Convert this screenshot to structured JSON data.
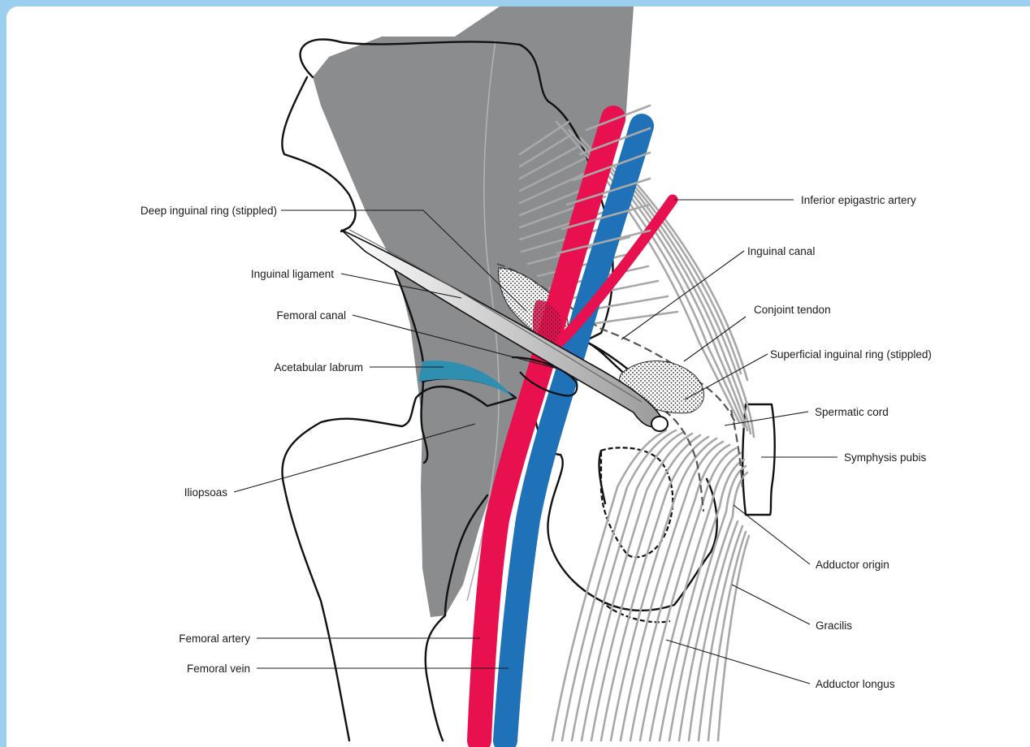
{
  "labels": {
    "deep_inguinal_ring": "Deep inguinal ring (stippled)",
    "inguinal_ligament": "Inguinal ligament",
    "femoral_canal": "Femoral canal",
    "acetabular_labrum": "Acetabular labrum",
    "iliopsoas": "Iliopsoas",
    "femoral_artery": "Femoral artery",
    "femoral_vein": "Femoral vein",
    "inferior_epigastric_artery": "Inferior epigastric artery",
    "inguinal_canal": "Inguinal canal",
    "conjoint_tendon": "Conjoint tendon",
    "superficial_inguinal_ring": "Superficial inguinal ring (stippled)",
    "spermatic_cord": "Spermatic cord",
    "symphysis_pubis": "Symphysis pubis",
    "adductor_origin": "Adductor origin",
    "gracilis": "Gracilis",
    "adductor_longus": "Adductor longus"
  },
  "colors": {
    "artery": "#e8104e",
    "vein": "#1f72b8",
    "muscle": "#8a8c8e",
    "fibres": "#a8a8a8",
    "labrum": "#2f8fb0",
    "frame": "#9ccfee"
  }
}
